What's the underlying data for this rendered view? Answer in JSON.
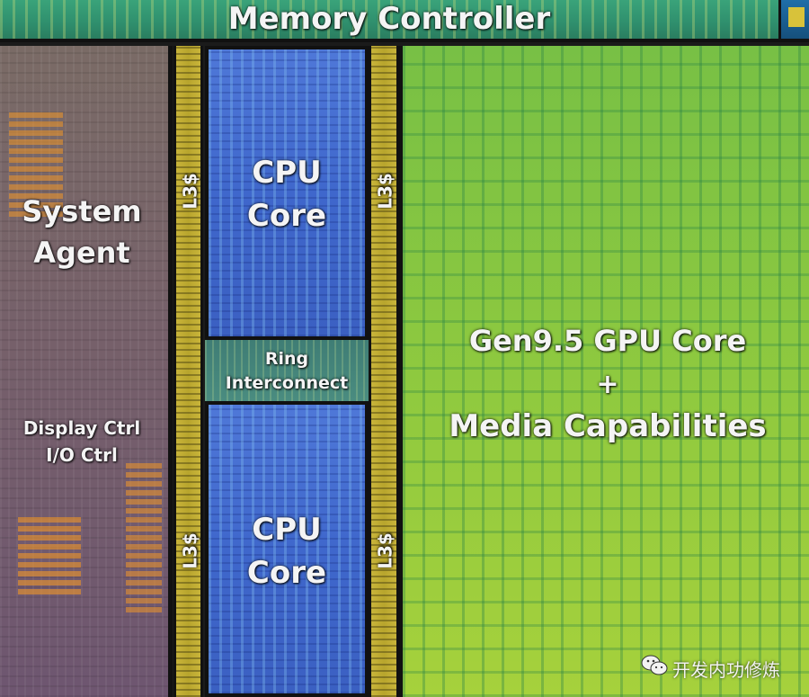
{
  "labels": {
    "memory_controller": "Memory Controller",
    "system_agent": [
      "System",
      "Agent"
    ],
    "display_io": [
      "Display Ctrl",
      "I/O Ctrl"
    ],
    "l3": "L3$",
    "cpu_core": [
      "CPU",
      "Core"
    ],
    "ring": [
      "Ring",
      "Interconnect"
    ],
    "gpu": [
      "Gen9.5 GPU Core",
      "+",
      "Media Capabilities"
    ]
  },
  "watermark": {
    "text": "开发内功修炼",
    "icon": "wechat-icon"
  },
  "colors": {
    "memory_controller": "#2f8f6d",
    "system_agent": "#76606a",
    "l3_cache": "#c9b53a",
    "cpu_core": "#3f67cc",
    "ring": "#3f7d75",
    "gpu": "#8ec93f"
  }
}
